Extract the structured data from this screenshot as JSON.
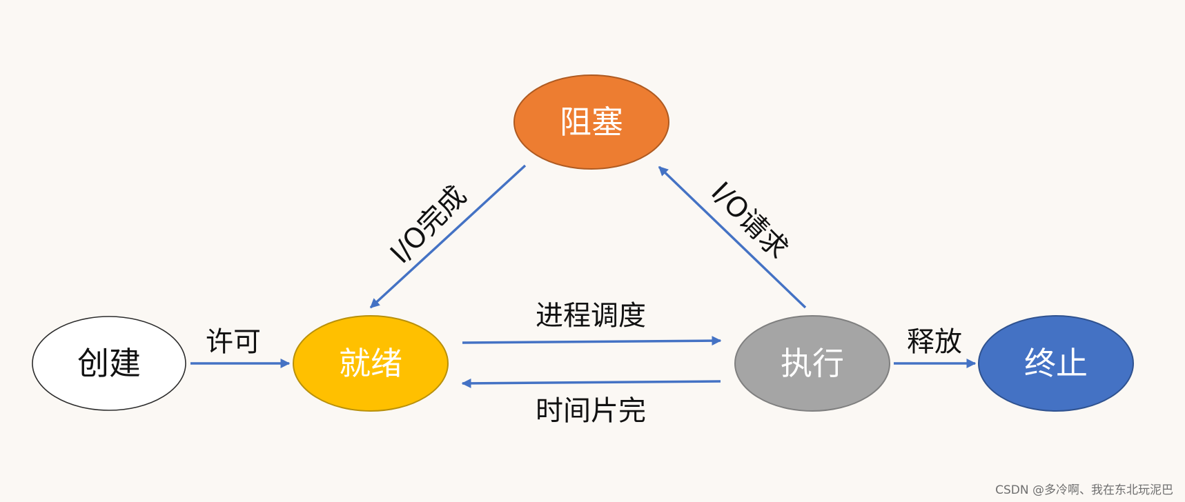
{
  "nodes": {
    "create": "创建",
    "ready": "就绪",
    "blocked": "阻塞",
    "running": "执行",
    "terminated": "终止"
  },
  "edges": {
    "create_to_ready": "许可",
    "ready_to_running": "进程调度",
    "running_to_ready": "时间片完",
    "running_to_blocked": "I/O请求",
    "blocked_to_ready": "I/O完成",
    "running_to_terminated": "释放"
  },
  "colors": {
    "background": "#FBF8F4",
    "create_fill": "#FFFFFF",
    "ready_fill": "#FFC000",
    "blocked_fill": "#ED7D31",
    "running_fill": "#A5A5A5",
    "terminated_fill": "#4472C4",
    "arrow": "#4472C4",
    "create_text": "#111111",
    "state_text": "#FFFFFF"
  },
  "watermark": "CSDN @多冷啊、我在东北玩泥巴"
}
